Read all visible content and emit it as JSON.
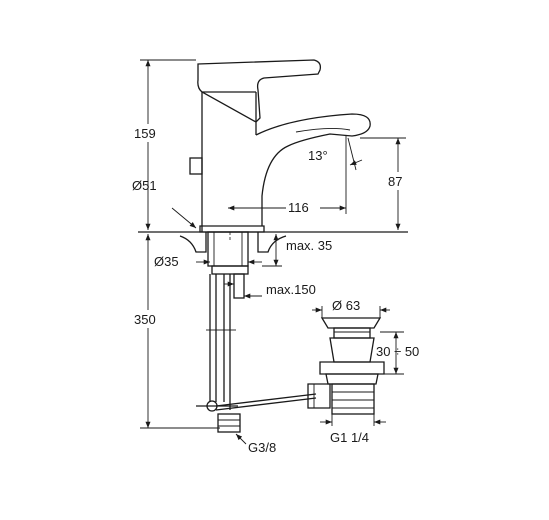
{
  "drawing": {
    "dimensions": {
      "height_total": "159",
      "diameter_base": "Ø51",
      "diameter_thread": "Ø35",
      "spout_height": "87",
      "spout_reach": "116",
      "spout_angle": "13°",
      "max_thickness": "max. 35",
      "rod_max": "max.150",
      "supply_length": "350",
      "waste_diameter": "Ø 63",
      "waste_heights": "30 ÷ 50",
      "waste_thread": "G1 1/4",
      "supply_thread": "G3/8"
    }
  }
}
